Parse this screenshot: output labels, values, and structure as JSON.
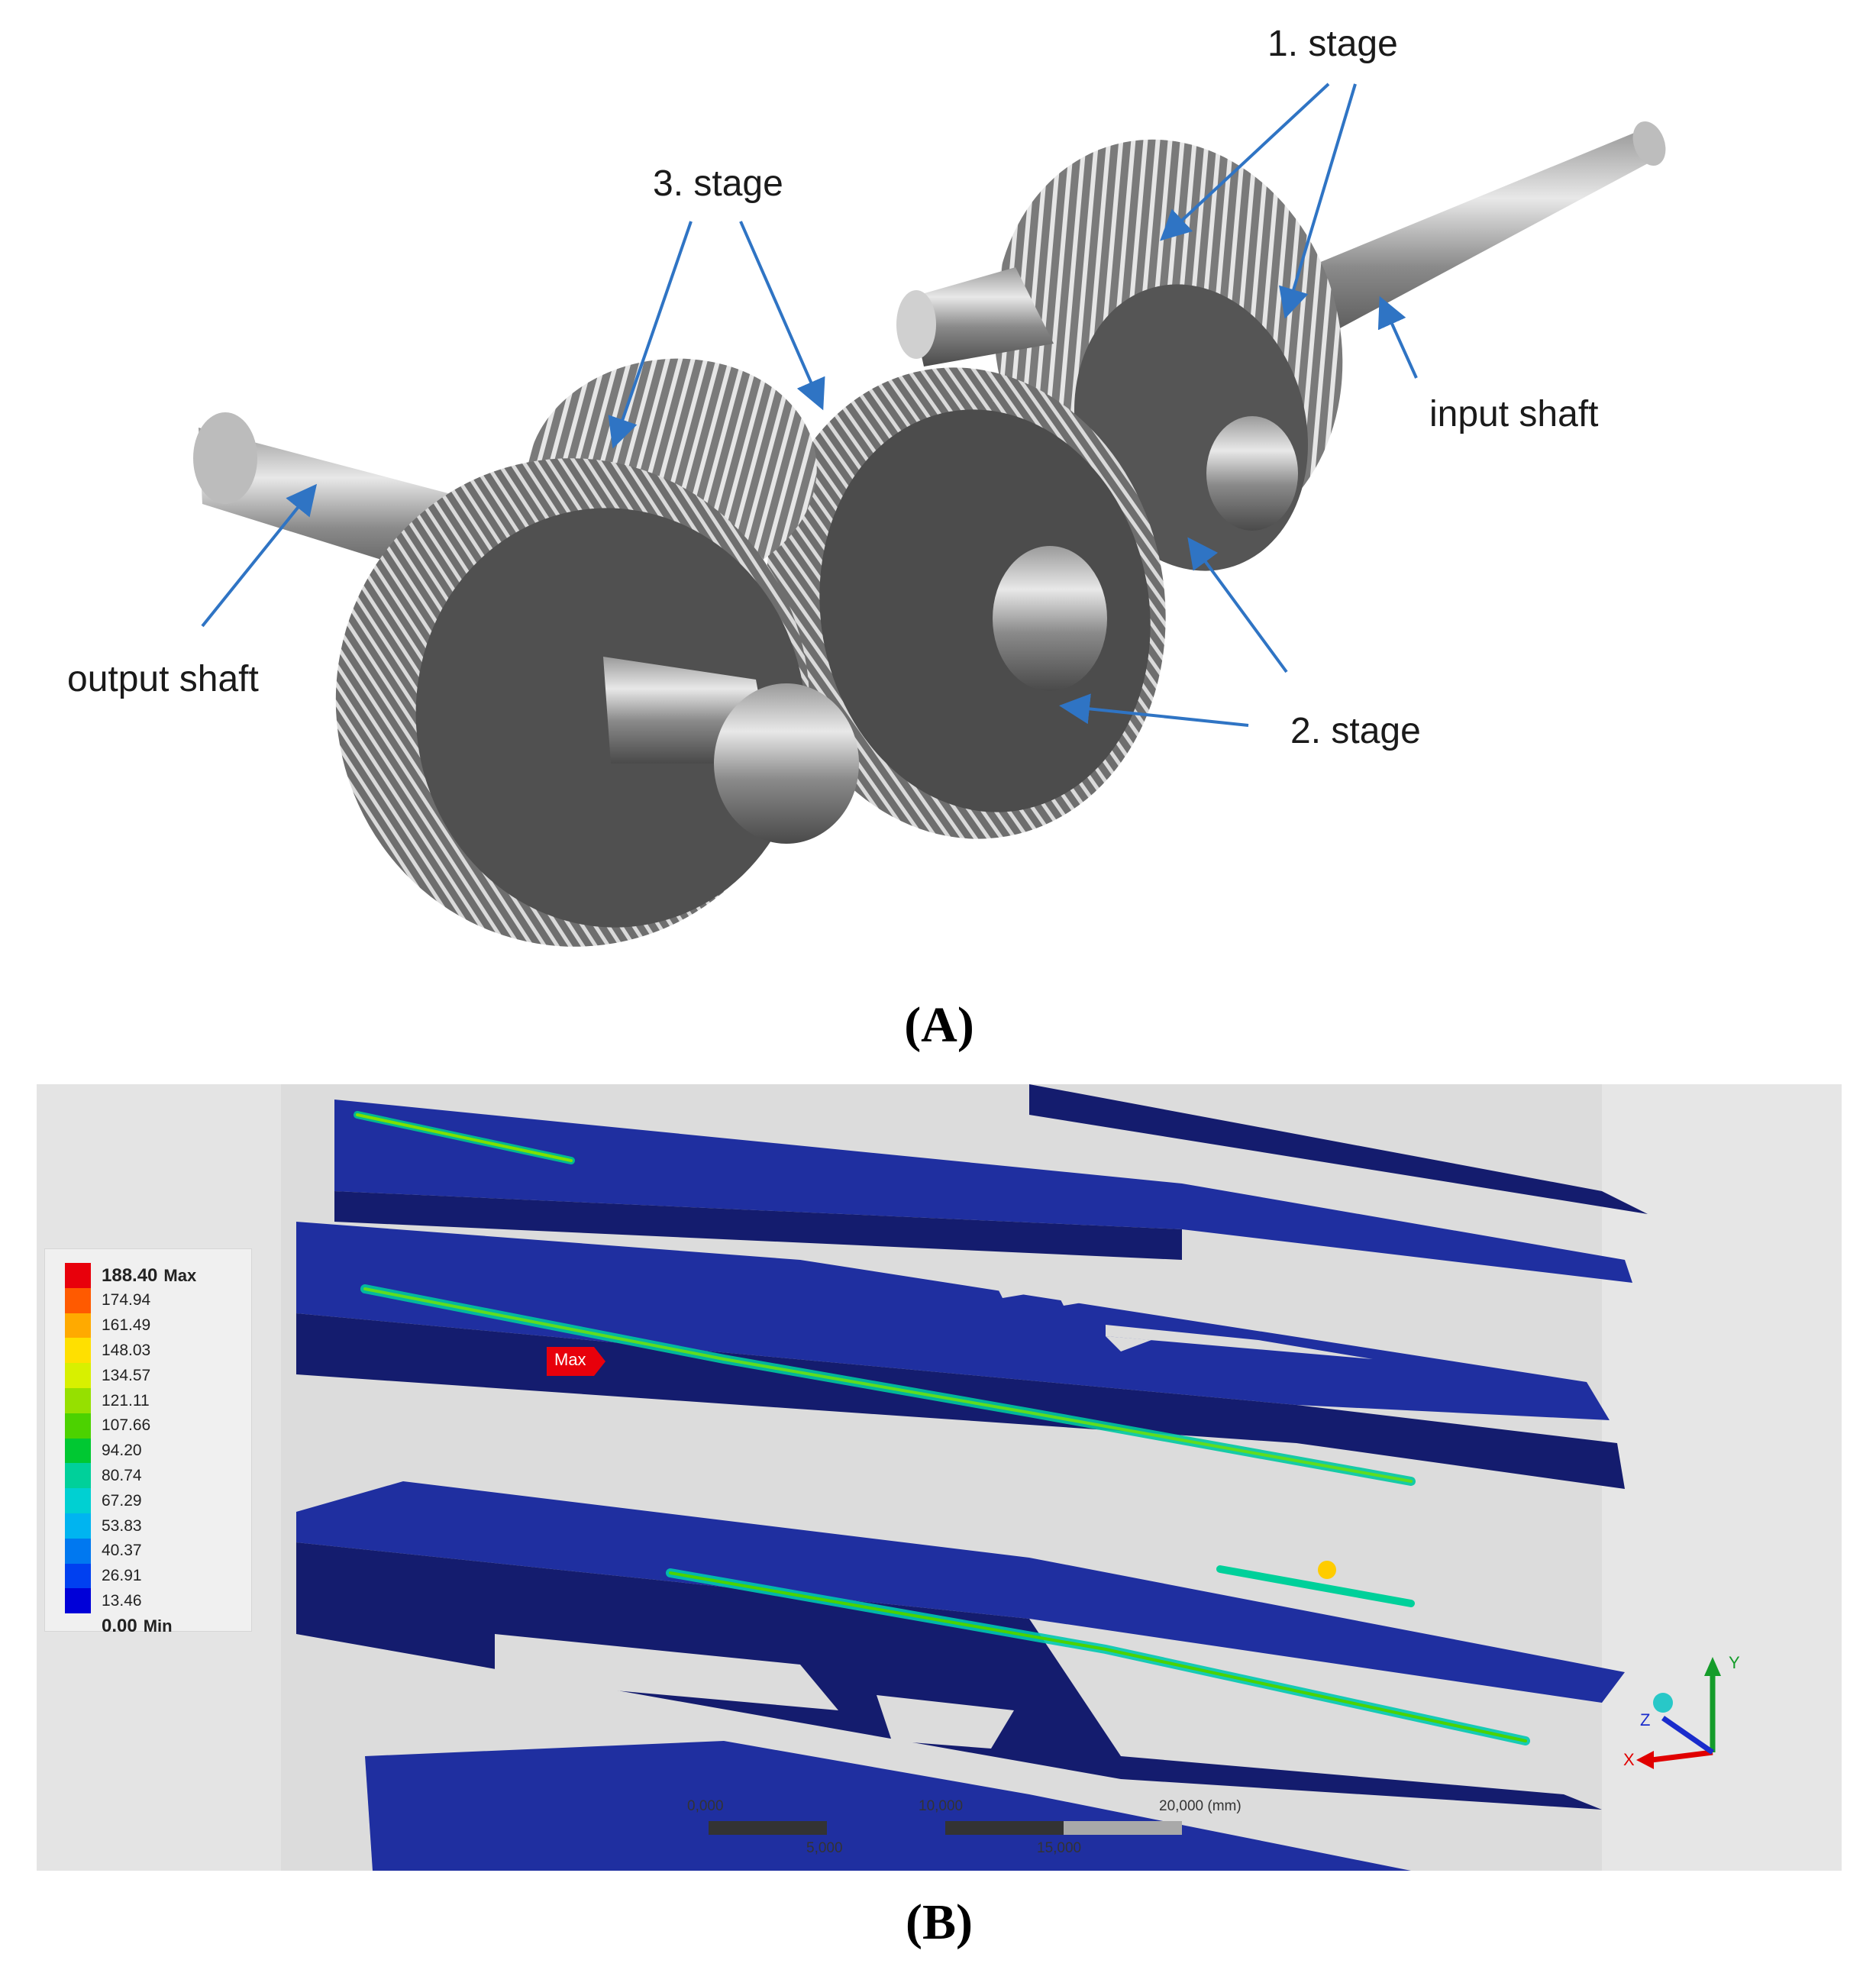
{
  "panel_a": {
    "label": "(A)",
    "callouts": {
      "stage1": "1. stage",
      "stage3": "3. stage",
      "input_shaft": "input shaft",
      "output_shaft": "output shaft",
      "stage2": "2. stage"
    },
    "arrow_color": "#2f74c4"
  },
  "panel_b": {
    "label": "(B)",
    "legend": {
      "max_value": "188.40",
      "max_suffix": "Max",
      "min_value": "0.00",
      "min_suffix": "Min",
      "values": [
        "174.94",
        "161.49",
        "148.03",
        "134.57",
        "121.11",
        "107.66",
        "94.20",
        "80.74",
        "67.29",
        "53.83",
        "40.37",
        "26.91",
        "13.46"
      ],
      "colors": [
        "#e8000b",
        "#ff5a00",
        "#ffaa00",
        "#ffe000",
        "#d8f000",
        "#96e000",
        "#4cd200",
        "#00c832",
        "#00d09a",
        "#00d0d2",
        "#00b4f0",
        "#0078f0",
        "#0040f0",
        "#0000d8"
      ]
    },
    "max_marker": "Max",
    "scale_bar": {
      "top_labels": [
        "0,000",
        "10,000",
        "20,000 (mm)"
      ],
      "bottom_labels": [
        "5,000",
        "15,000"
      ]
    },
    "triad": {
      "x": "X",
      "y": "Y",
      "z": "Z"
    },
    "colors": {
      "mesh_blue": "#1f2fa0",
      "mesh_dark": "#141c6e",
      "background_gray": "#dcdcdc"
    }
  }
}
